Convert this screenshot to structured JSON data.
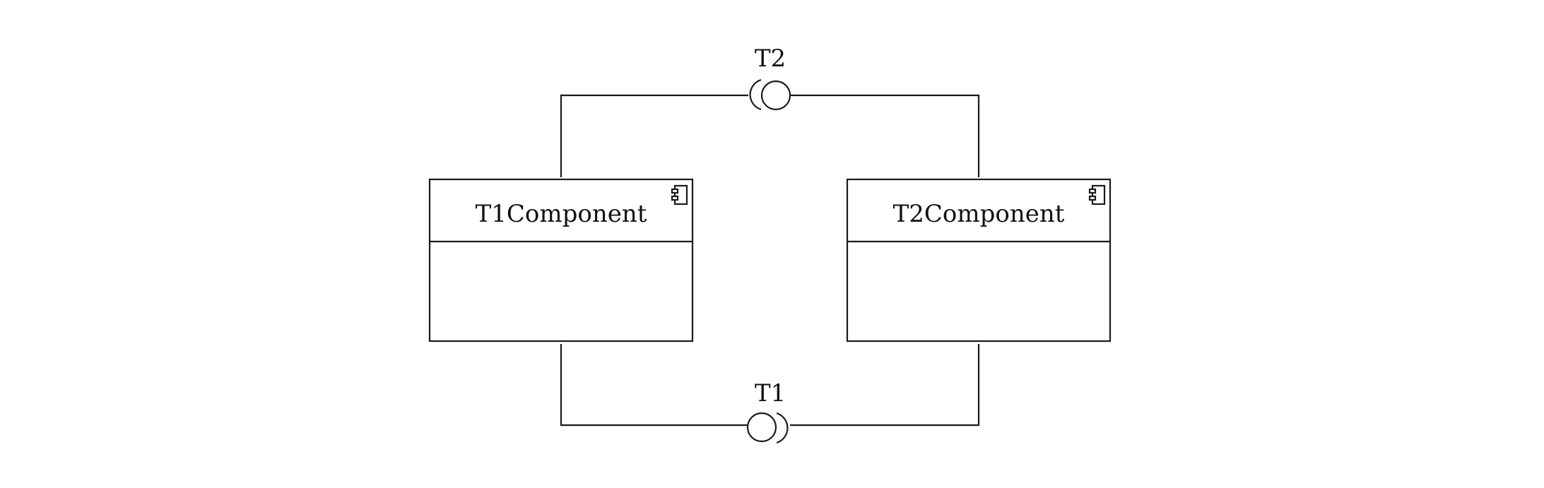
{
  "components": [
    {
      "id": "t1",
      "name": "T1Component",
      "icon": "uml-component-icon"
    },
    {
      "id": "t2",
      "name": "T2Component",
      "icon": "uml-component-icon"
    }
  ],
  "interfaces": [
    {
      "id": "top",
      "name": "T2",
      "provider": "T2Component",
      "consumer": "T1Component"
    },
    {
      "id": "bottom",
      "name": "T1",
      "provider": "T1Component",
      "consumer": "T2Component"
    }
  ]
}
